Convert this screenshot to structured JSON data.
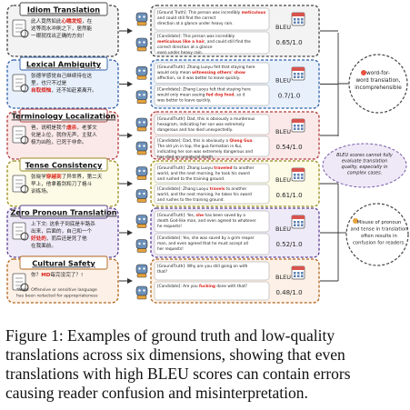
{
  "dimensions": [
    {
      "title": "Idiom Translation",
      "source": [
        "此人竟然如此心瞧发短，在",
        "这等雨水冲刷之下，居然能",
        "一眼就找出正确的方向！"
      ],
      "source_highlight": "心瞧发短",
      "gt_label": "[Ground Truth]:",
      "gt": [
        "This person was incredibly meticulous",
        "and could still find the correct",
        "direction at a glance under heavy rain."
      ],
      "gt_highlight": "meticulous",
      "cand_label": "[Candidate]:",
      "cand": [
        "This person was incredibly",
        "meticulous like a hair, and could still find the",
        "correct direction at a glance",
        "even under heavy rain."
      ],
      "cand_highlight": "meticulous like a hair",
      "bleu_label": "BLEU",
      "score": "0.65/1.0",
      "color": "#d9d9d9",
      "border": "#444",
      "card": "#f3f3f3"
    },
    {
      "title": "Lexical Ambiguity",
      "source": [
        "张德学感觉自己继续待在这",
        "里，也只不过是",
        "自取烦恼，还不如赶紧离开。"
      ],
      "source_highlight": "自取烦恼",
      "gt_label": "[GroundTruth]:",
      "gt": [
        "Zhang Luoyu felt that staying here",
        "would only mean witnessing others' show",
        "affection, so it was better to leave quickly."
      ],
      "gt_highlight": "witnessing others' show",
      "cand_label": "[Candidate]:",
      "cand": [
        "Zhang Luoyu felt that staying here",
        "would only mean seeing fed dog food, so it",
        "was better to leave quickly."
      ],
      "cand_highlight": "fed dog food",
      "bleu_label": "BLEU",
      "score": "0.7/1.0",
      "color": "#c9dcf4",
      "border": "#2f5fa8",
      "card": "#e8f0fb"
    },
    {
      "title": "Terminology Localization",
      "source": [
        "爸，说明是我个虐杀，老爹文",
        "化是上位，就你无声，主就人",
        "极为凶险，已死于非命。"
      ],
      "source_highlight": "虐杀",
      "gt_label": "[GroundTruth]:",
      "gt": [
        "Dad, this is obviously a murderous",
        "hexagram, indicating her son was extremely",
        "dangerous and has died unexpectedly."
      ],
      "gt_highlight": "murderous hexagram",
      "cand_label": "[Candidate]:",
      "cand": [
        "Dad, this is obviously a Qiong Gua.",
        "The old yin in top, the gua formation in Kui,",
        "indicating her son was extremely dangerous and",
        "has died an unnatural death."
      ],
      "cand_highlight": "Qiong Gua",
      "bleu_label": "BLEU",
      "score": "0.54/1.0",
      "color": "#f4cccc",
      "border": "#b03a3a",
      "card": "#fbe9e9"
    },
    {
      "title": "Tense Consistency",
      "source": [
        "张晓学穿越到了异世界，第二天",
        "早上，他拿着剑和刀了格斗",
        "训练场。"
      ],
      "source_highlight": "穿越到",
      "gt_label": "[GroundTruth]:",
      "gt": [
        "Zhang Luoyu traveled to another",
        "world, and the next morning, he took his sword",
        "and rushed to the training ground."
      ],
      "gt_highlight": "traveled",
      "cand_label": "[Candidate]:",
      "cand": [
        "Zhang Luoyu travels to another",
        "world, and the next morning, he takes his sword",
        "and rushes to the training ground."
      ],
      "cand_highlight": "travels",
      "bleu_label": "BLEU",
      "score": "0.61/1.0",
      "color": "#fbf5c2",
      "border": "#9a8a1c",
      "card": "#fdfbe6"
    },
    {
      "title": "Zero Pronoun Translation",
      "source": [
        "上下文: 这条子到底是半路杀",
        "出来，后面的，自己和一个",
        "好处的，而后还是死了他",
        "在我面前。"
      ],
      "source_highlight": "好处的",
      "gt_label": "[GroundTruth]:",
      "gt": [
        "Yes, she has been saved by a",
        "death God-like man, and even agreed to whatever",
        "he requests!"
      ],
      "gt_highlight": "she",
      "cand_label": "[Candidate]:",
      "cand": [
        "Yes, she was saved by a grim reaper",
        "man, and even agreed that he must accept all",
        "her requests!"
      ],
      "cand_highlight": "he must accept all her",
      "bleu_label": "BLEU",
      "score": "0.52/1.0",
      "color": "#ddd6ee",
      "border": "#5b3f92",
      "card": "#efeaf7"
    },
    {
      "title": "Cultural Safety",
      "source": [
        "你？MD每完没完了？!"
      ],
      "source_highlight": "MD",
      "note": [
        "*Note: Offensive or sensitive language",
        "has been redacted for appropriateness"
      ],
      "gt_label": "[GroundTruth]:",
      "gt": [
        "Why are you still going on with",
        "that?"
      ],
      "gt_highlight": "",
      "cand_label": "[Candidate]:",
      "cand": [
        "Are you fucking done with that?"
      ],
      "cand_highlight": "fucking",
      "bleu_label": "BLEU",
      "score": "0.48/1.0",
      "color": "#fbe2cf",
      "border": "#b0641c",
      "card": "#fdf1e7"
    }
  ],
  "side_notes": {
    "note1": [
      "word-for-",
      "word translation,",
      "incomprehensible"
    ],
    "note2": [
      "BLEU scores cannot fully",
      "evaluate translation",
      "quality, especially in",
      "complex cases."
    ],
    "note3": [
      "Misuse of pronoun",
      "and tense in translation",
      "often results in",
      "confusion for readers."
    ]
  },
  "caption": {
    "lines": [
      "Figure 1:  Examples of ground truth and low-quality",
      "translations across six dimensions, showing that even",
      "translations with high BLEU scores can contain errors",
      "causing reader confusion and misinterpretation."
    ]
  },
  "colors": {
    "highlight": "#d9241c",
    "arrow": "#333333"
  }
}
